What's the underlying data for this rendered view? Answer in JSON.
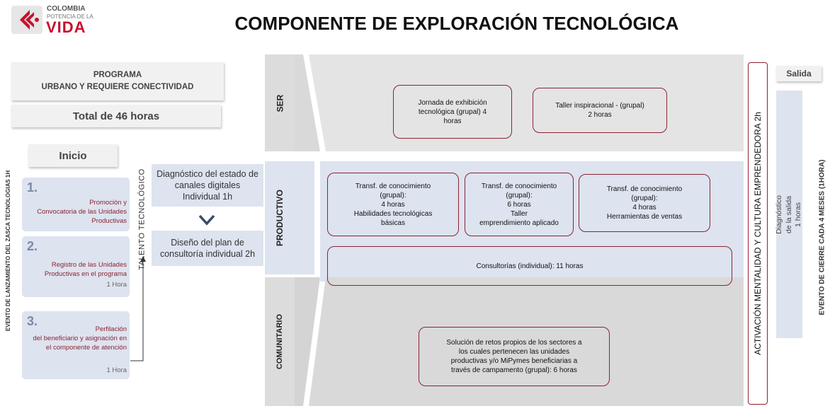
{
  "logo": {
    "line1": "COLOMBIA",
    "line2": "POTENCIA DE LA",
    "line3": "VIDA",
    "colors": {
      "red": "#c8102e",
      "gray": "#6d6e71"
    }
  },
  "title": "COMPONENTE DE EXPLORACIÓN TECNOLÓGICA",
  "program": {
    "line1": "PROGRAMA",
    "line2": "URBANO Y REQUIERE CONECTIVIDAD",
    "total": "Total de 46 horas",
    "start": "Inicio"
  },
  "side_left_label": "EVENTO DE LANZAMIENTO DEL ZASCA TECNOLOGIAS 1H",
  "steps": [
    {
      "number": "1.",
      "text": "Promoción y\nConvocatoria de las Unidades\nProductivas",
      "hours": ""
    },
    {
      "number": "2.",
      "text": "Registro de las Unidades\nProductivas en el programa",
      "hours": "1 Hora"
    },
    {
      "number": "3.",
      "text": "Perfilación\ndel beneficiario y asignación en\nel componente de atención",
      "hours": "1 Hora"
    }
  ],
  "talent_label": "TALENTO TECNOLÓGICO",
  "diagnostic": {
    "first": "Diagnóstico del estado de\ncanales digitales\nIndividual  1h",
    "second": "Diseño del plan de\nconsultoría individual 2h"
  },
  "rows": {
    "ser": "SER",
    "productivo": "PRODUCTIVO",
    "comunitario": "COMUNITARIO"
  },
  "ser_boxes": [
    "Jornada de exhibición\ntecnológica (grupal) 4\nhoras",
    "Taller inspiracional    - (grupal)\n2 horas"
  ],
  "productivo_boxes": [
    "Transf. de conocimiento\n(grupal):\n4 horas\nHabilidades tecnológicas\nbásicas",
    "Transf. de conocimiento\n(grupal):\n6 horas\nTaller\nemprendimiento    aplicado",
    "Transf. de conocimiento\n(grupal):\n4 horas\nHerramientas de ventas"
  ],
  "consultorias": "Consultorías (individual): 11 horas",
  "comunitario_box": "Solución de retos propios de los sectores a\nlos cuales pertenecen las unidades\nproductivas y/o MiPymes beneficiarias a\ntravés de campamento (grupal):      6 horas",
  "activacion": "ACTIVACIÓN MENTALIDAD Y CULTURA EMPRENDEDORA 2h",
  "salida": {
    "label": "Salida",
    "text": "Diagnóstico de la salida\n1 horas"
  },
  "side_right_label": "EVENTO DE CIERRE CADA 4 MESES (1HORA)"
}
